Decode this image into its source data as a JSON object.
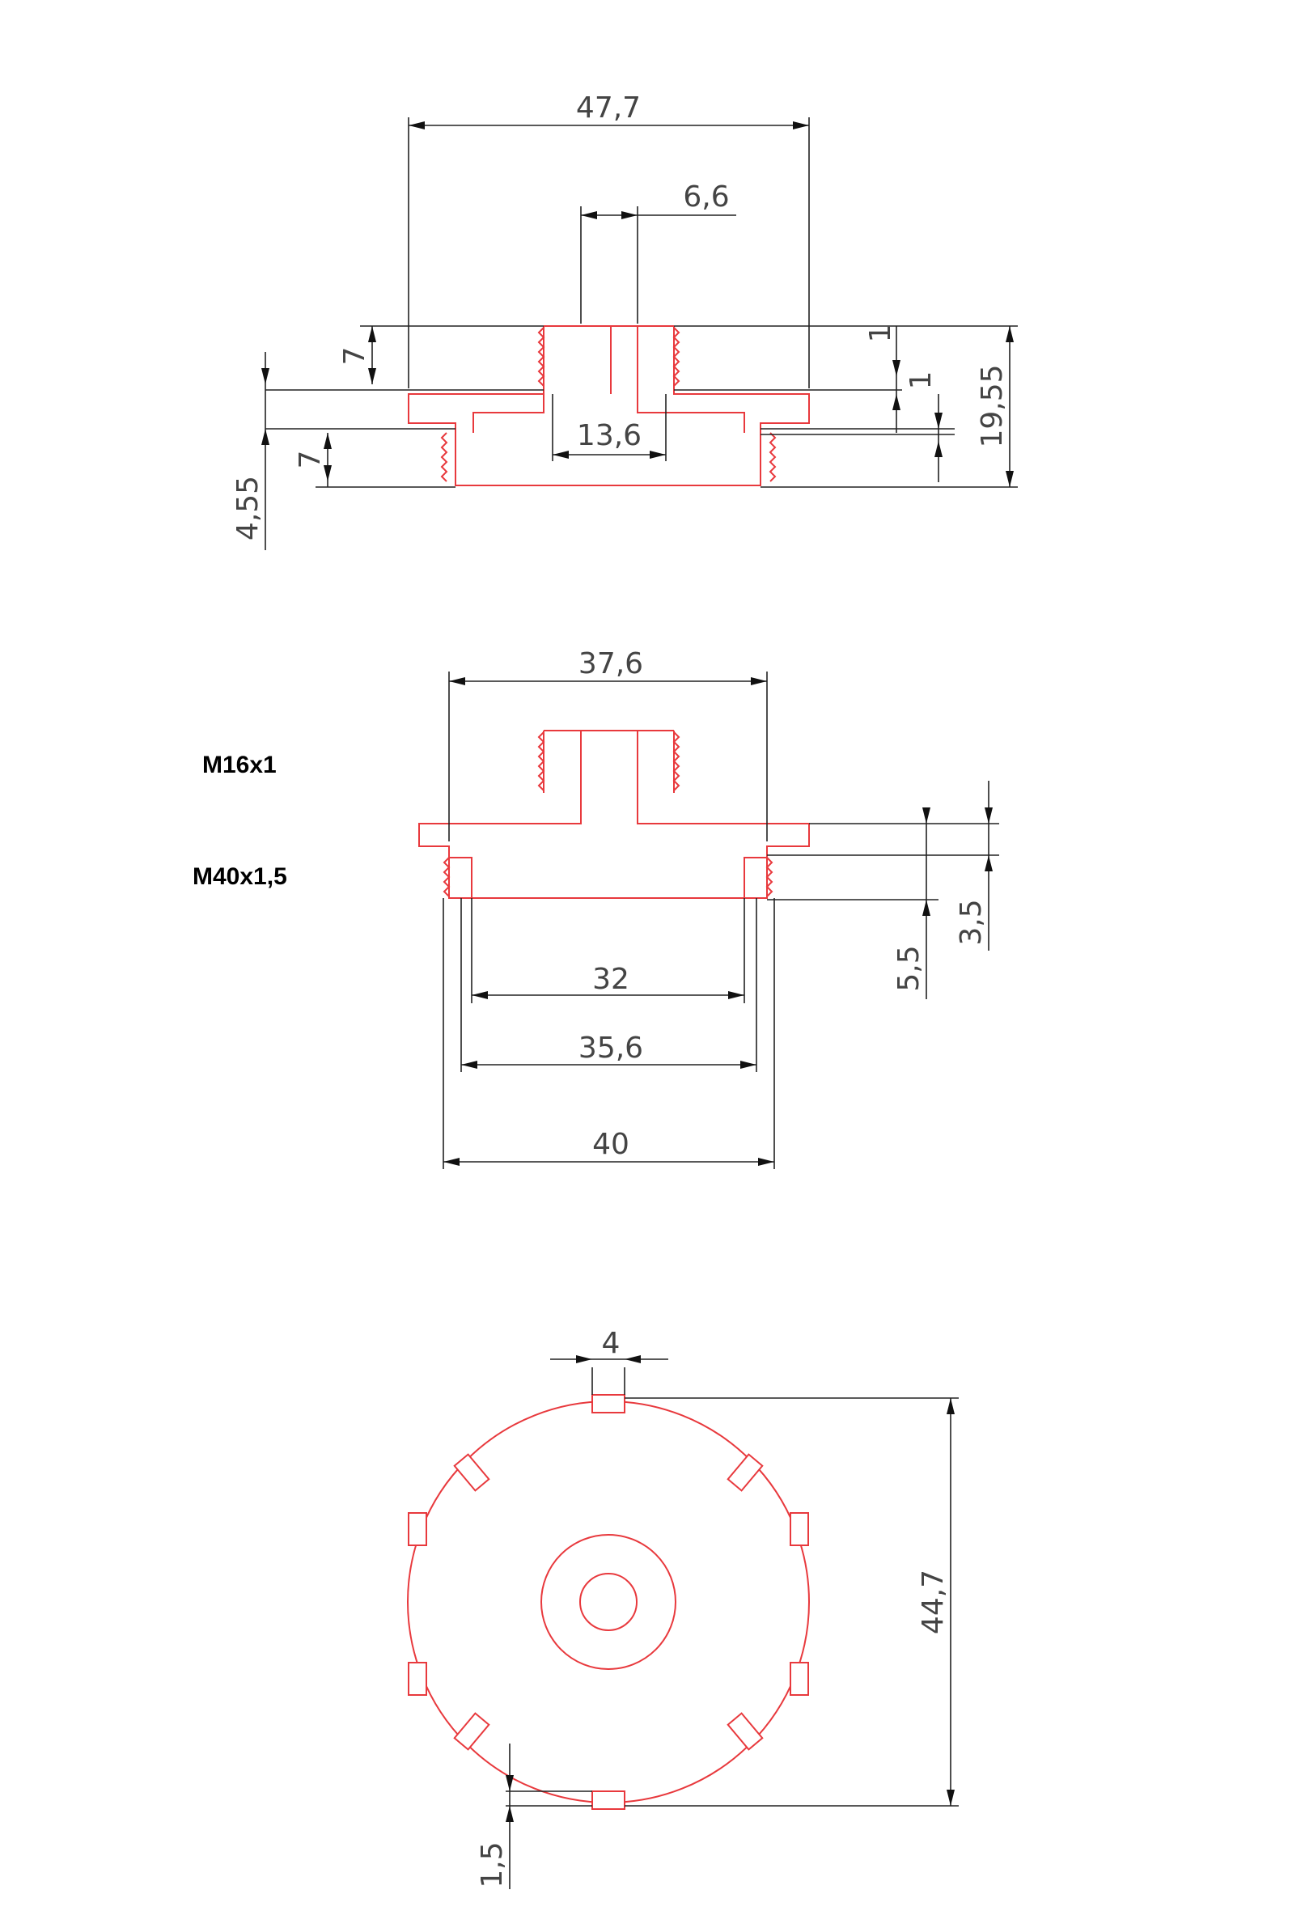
{
  "views": {
    "section_top": {
      "dims": {
        "overall_width": "47,7",
        "slot_width": "6,6",
        "bore": "13,6",
        "boss_height": "7",
        "flange_offset": "1",
        "flange_offset_2": "1",
        "total_height": "19,55",
        "thread_height": "7",
        "flange_thickness": "4,55"
      }
    },
    "section_middle": {
      "notes": {
        "thread_small": "M16x1",
        "thread_large": "M40x1,5"
      },
      "dims": {
        "top_width": "37,6",
        "inner_32": "32",
        "inner_35_6": "35,6",
        "outer_40": "40",
        "h_5_5": "5,5",
        "h_3_5": "3,5"
      }
    },
    "plan_view": {
      "dims": {
        "notch_width": "4",
        "diameter": "44,7",
        "notch_depth": "1,5"
      }
    }
  },
  "colors": {
    "part": "#e8393d",
    "dimension": "#222222",
    "text": "#444444"
  }
}
